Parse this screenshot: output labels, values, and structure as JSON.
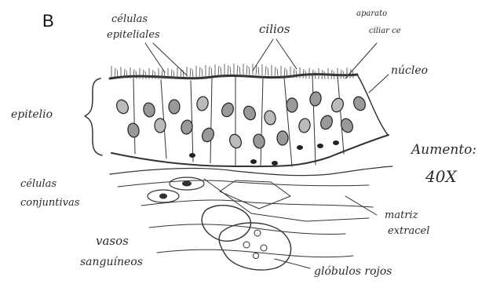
{
  "panel_letter": "B",
  "labels": {
    "celulas_epiteliales": [
      "células",
      "epiteliales"
    ],
    "cilios": "cilios",
    "aparato_ciliar": [
      "aparato",
      "ciliar ce"
    ],
    "nucleo": "núcleo",
    "epitelio": "epitelio",
    "aumento": [
      "Aumento:",
      "40X"
    ],
    "celulas_conjuntivas": [
      "células",
      "conjuntivas"
    ],
    "matriz": [
      "matriz",
      "extracel"
    ],
    "vasos": [
      "vasos",
      "sanguíneos"
    ],
    "globulos": "glóbulos rojos"
  }
}
